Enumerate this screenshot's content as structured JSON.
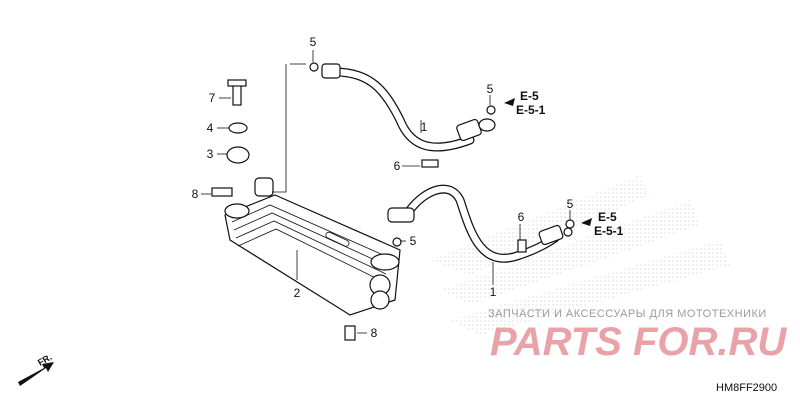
{
  "callouts": {
    "c5a": "5",
    "c7": "7",
    "c4": "4",
    "c3": "3",
    "c8a": "8",
    "c1a": "1",
    "c5b": "5",
    "c6a": "6",
    "c5c": "5",
    "c2": "2",
    "c6b": "6",
    "c5d": "5",
    "c1b": "1",
    "c8b": "8"
  },
  "refs": {
    "top_e5": "E-5",
    "top_e51": "E-5-1",
    "right_e5": "E-5",
    "right_e51": "E-5-1"
  },
  "direction": {
    "label": "FR."
  },
  "watermark": {
    "small": "ЗАПЧАСТИ И АКСЕССУАРЫ ДЛЯ МОТОТЕХНИКИ",
    "big": "PARTS FOR.RU"
  },
  "diagram_code": "HM8FF2900",
  "colors": {
    "line": "#111111",
    "watermark": "#e9a3a8",
    "watermark_text": "#9a9a9a"
  }
}
